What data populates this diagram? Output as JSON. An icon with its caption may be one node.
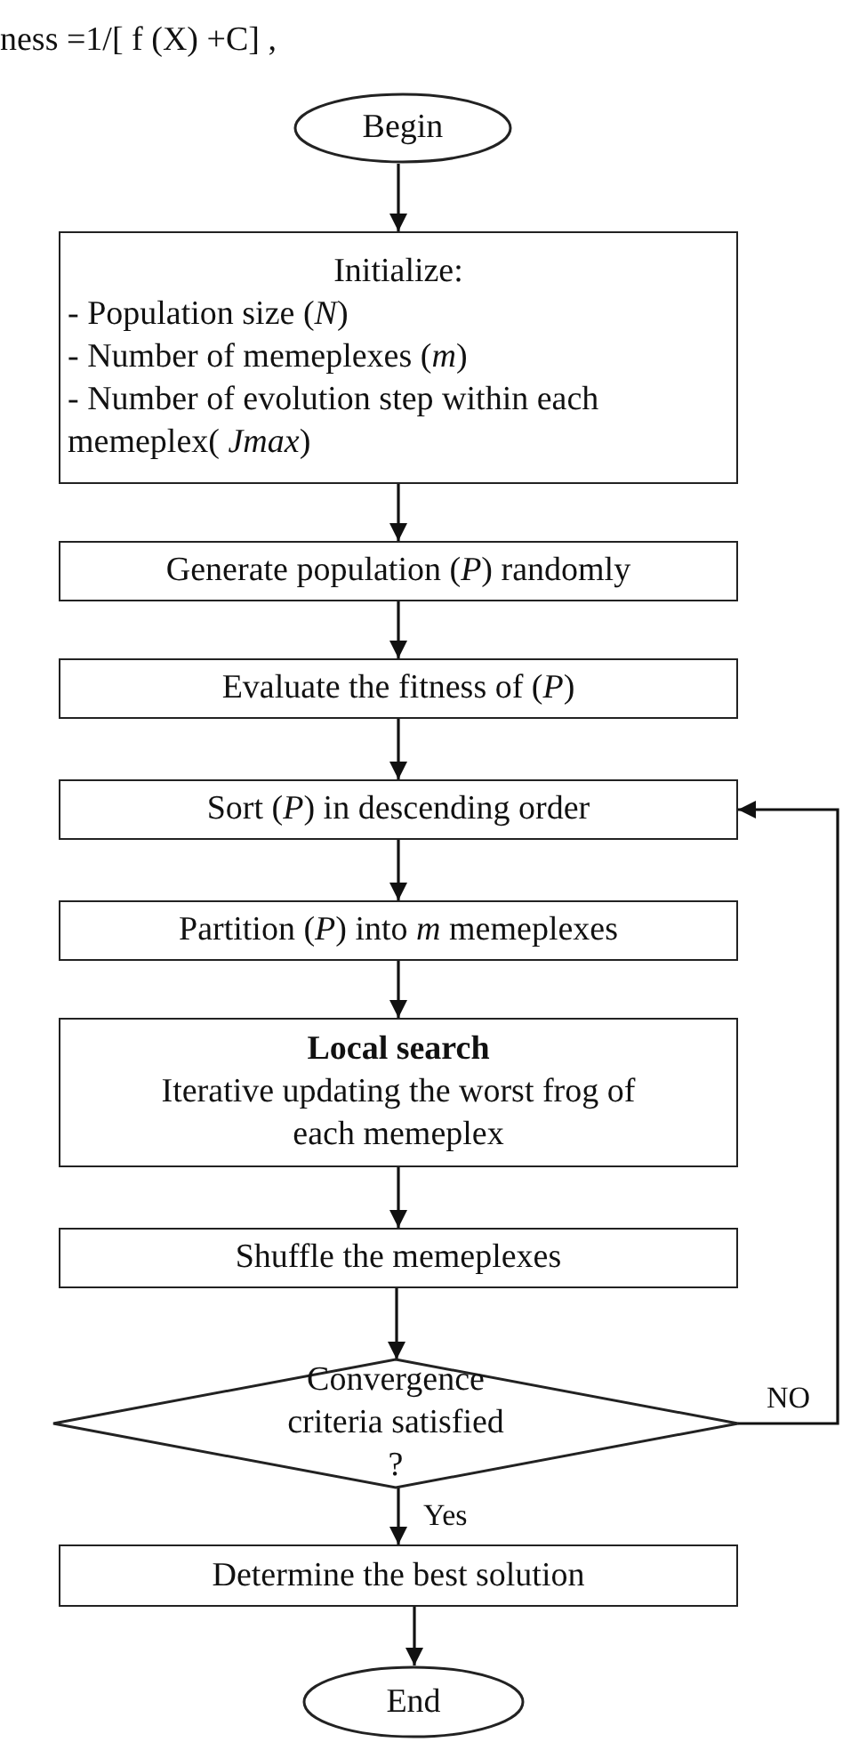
{
  "diagram": {
    "nodes": [
      {
        "text": [
          "Begin"
        ]
      },
      {
        "text": [
          "Initialize:",
          "- Population size (*N*)",
          "- Number of memeplexes (*m*)",
          "- Number of evolution step within each memeplex( *Jmax*)"
        ]
      },
      {
        "text": [
          "Generate population (*P*) randomly"
        ]
      },
      {
        "text": [
          "Evaluate the fitness of (*P*)"
        ]
      },
      {
        "text": [
          "Sort (*P*) in descending order"
        ]
      },
      {
        "text": [
          "Partition (*P*) into *m* memeplexes"
        ]
      },
      {
        "text": [
          "Local search",
          "Iterative updating the worst frog of each memeplex"
        ]
      },
      {
        "text": [
          "Shuffle the memeplexes"
        ]
      },
      {
        "text": [
          "Convergence criteria satisfied ?"
        ]
      },
      {
        "text": [
          "Determine the best solution"
        ]
      },
      {
        "text": [
          "End"
        ]
      }
    ],
    "edges": [
      {
        "from": 0,
        "to": 1,
        "arrow": "to"
      },
      {
        "from": 1,
        "to": 2,
        "arrow": "to"
      },
      {
        "from": 2,
        "to": 3,
        "arrow": "to"
      },
      {
        "from": 3,
        "to": 4,
        "arrow": "to"
      },
      {
        "from": 4,
        "to": 5,
        "arrow": "to"
      },
      {
        "from": 5,
        "to": 6,
        "arrow": "to"
      },
      {
        "from": 6,
        "to": 7,
        "arrow": "to"
      },
      {
        "from": 7,
        "to": 8,
        "arrow": "to"
      },
      {
        "from": 8,
        "to": 4,
        "arrow": "to",
        "label": "NO"
      },
      {
        "from": 8,
        "to": 9,
        "arrow": "to",
        "label": "Yes"
      },
      {
        "from": 9,
        "to": 10,
        "arrow": "to"
      }
    ],
    "labels": [
      "ness =1/[ f (X) +C] ,"
    ]
  }
}
